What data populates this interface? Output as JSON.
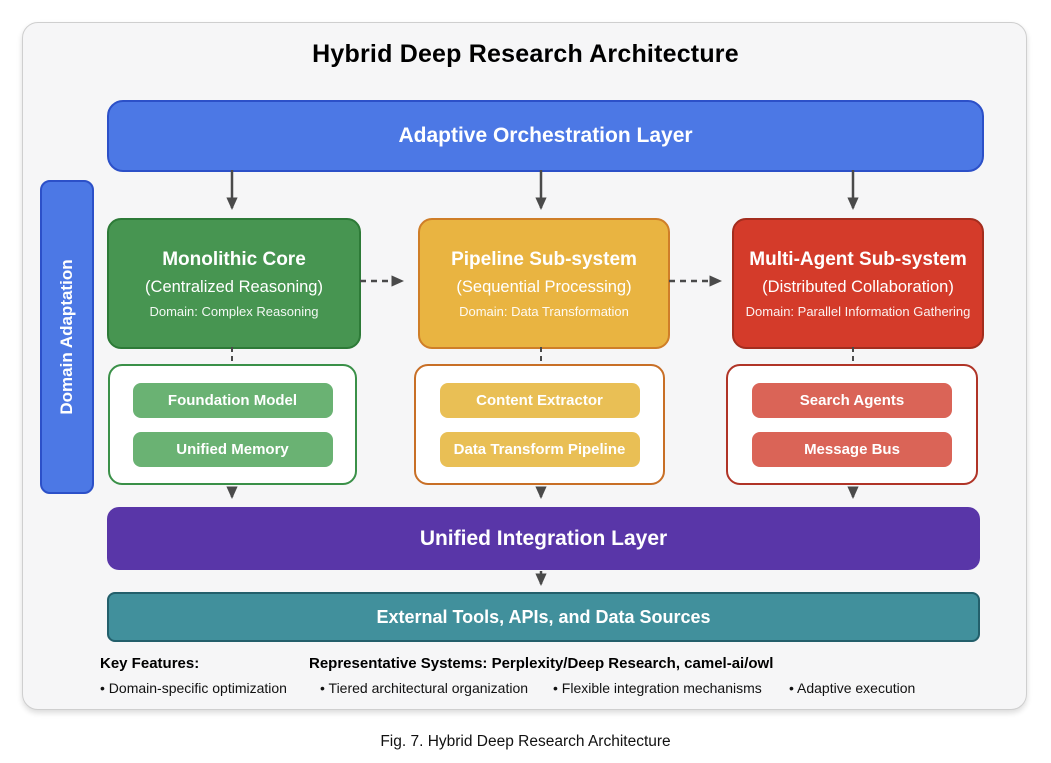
{
  "figure": {
    "title": "Hybrid Deep Research Architecture",
    "caption": "Fig. 7. Hybrid Deep Research Architecture"
  },
  "orchestration_layer": {
    "label": "Adaptive Orchestration Layer"
  },
  "domain_adaptation": {
    "label": "Domain Adaptation"
  },
  "subsystems": [
    {
      "title": "Monolithic Core",
      "subtitle": "(Centralized Reasoning)",
      "domain": "Domain: Complex Reasoning",
      "components": [
        "Foundation Model",
        "Unified Memory"
      ],
      "fill": "#479551",
      "border": "#2d7a37",
      "component_fill": "#6ab273"
    },
    {
      "title": "Pipeline Sub-system",
      "subtitle": "(Sequential Processing)",
      "domain": "Domain: Data Transformation",
      "components": [
        "Content Extractor",
        "Data Transform Pipeline"
      ],
      "fill": "#e9b441",
      "border": "#cf7e28",
      "component_fill": "#e9bf55"
    },
    {
      "title": "Multi-Agent Sub-system",
      "subtitle": "(Distributed Collaboration)",
      "domain": "Domain: Parallel Information Gathering",
      "components": [
        "Search Agents",
        "Message Bus"
      ],
      "fill": "#d43b2a",
      "border": "#a32d1e",
      "component_fill": "#da6457"
    }
  ],
  "integration_layer": {
    "label": "Unified Integration Layer",
    "fill": "#5936a8"
  },
  "external_layer": {
    "label": "External Tools, APIs, and Data Sources",
    "fill": "#41909c"
  },
  "footer": {
    "key_features_label": "Key Features:",
    "representative_systems": "Representative Systems: Perplexity/Deep Research, camel-ai/owl",
    "bullets": [
      "• Domain-specific optimization",
      "• Tiered architectural organization",
      "• Flexible integration mechanisms",
      "• Adaptive execution"
    ]
  },
  "accent_colors": {
    "blue": "#4c78e5",
    "blue_border": "#2c50c8",
    "arrow": "#4a4a4a",
    "frame_bg": "#f6f6f7"
  }
}
